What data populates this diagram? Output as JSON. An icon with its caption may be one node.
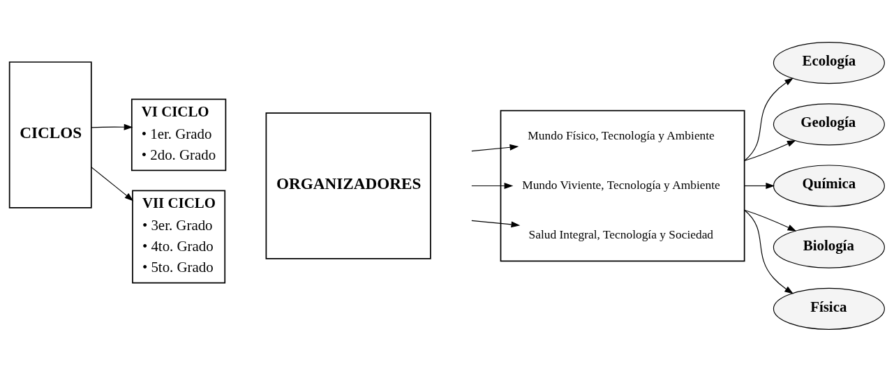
{
  "diagram": {
    "nodes": [
      {
        "text": [
          "CICLOS"
        ]
      },
      {
        "text": [
          "VI CICLO",
          "• 1er. Grado",
          "• 2do. Grado"
        ]
      },
      {
        "text": [
          "VII CICLO",
          "• 3er. Grado",
          "• 4to. Grado",
          "• 5to. Grado"
        ]
      },
      {
        "text": [
          "ORGANIZADORES"
        ]
      },
      {
        "text": [],
        "shape": "box"
      },
      {
        "text": [
          "Mundo Físico, Tecnología y Ambiente"
        ],
        "in": 4
      },
      {
        "text": [
          "Mundo Viviente, Tecnología y Ambiente"
        ],
        "in": 4
      },
      {
        "text": [
          "Salud Integral, Tecnología y Sociedad"
        ],
        "in": 4
      },
      {
        "text": [
          "Ecología"
        ]
      },
      {
        "text": [
          "Geología"
        ]
      },
      {
        "text": [
          "Química"
        ]
      },
      {
        "text": [
          "Biología"
        ]
      },
      {
        "text": [
          "Física"
        ]
      }
    ],
    "edges": [
      {
        "from": 0,
        "to": 1,
        "arrow": "to"
      },
      {
        "from": 0,
        "to": 2,
        "arrow": "to"
      },
      {
        "from": null,
        "to": 5,
        "arrow": "to"
      },
      {
        "from": null,
        "to": 6,
        "arrow": "to"
      },
      {
        "from": null,
        "to": 7,
        "arrow": "to"
      },
      {
        "from": 4,
        "to": 8,
        "arrow": "to"
      },
      {
        "from": 4,
        "to": 9,
        "arrow": "to"
      },
      {
        "from": 4,
        "to": 10,
        "arrow": "to"
      },
      {
        "from": 4,
        "to": 11,
        "arrow": "to"
      },
      {
        "from": 4,
        "to": 12,
        "arrow": "to"
      }
    ]
  }
}
